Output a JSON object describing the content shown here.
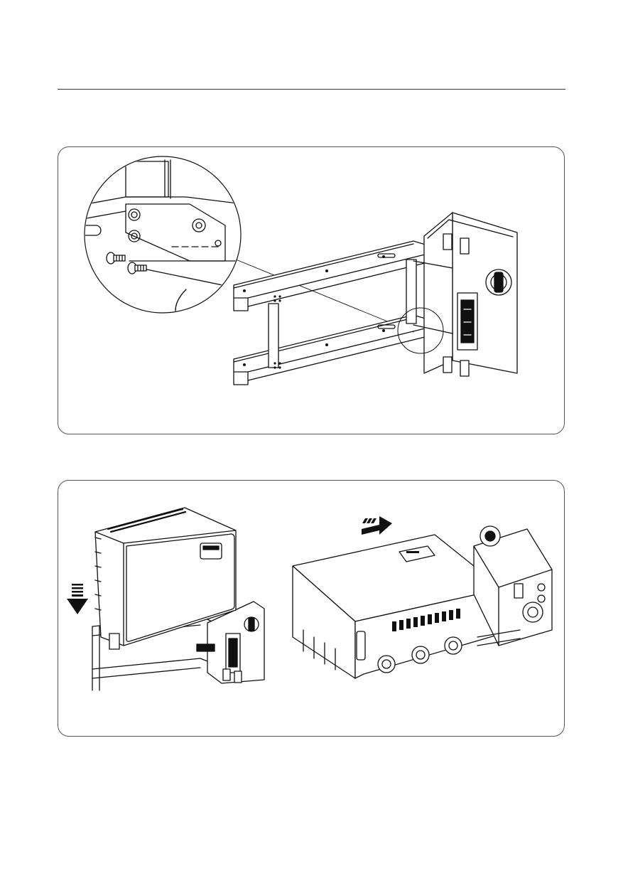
{
  "document": {
    "figures": [
      {
        "id": "figure-1",
        "depicts": [
          "detail-magnifier-circle",
          "mounting-bracket-assembly",
          "connection-box"
        ],
        "icons": [
          "screw-icon"
        ]
      },
      {
        "id": "figure-2",
        "depicts": [
          "inverter-lowering-onto-bracket",
          "inverter-sliding-into-connection-box"
        ],
        "icons": [
          "down-arrow-icon",
          "right-arrow-icon"
        ]
      }
    ]
  }
}
